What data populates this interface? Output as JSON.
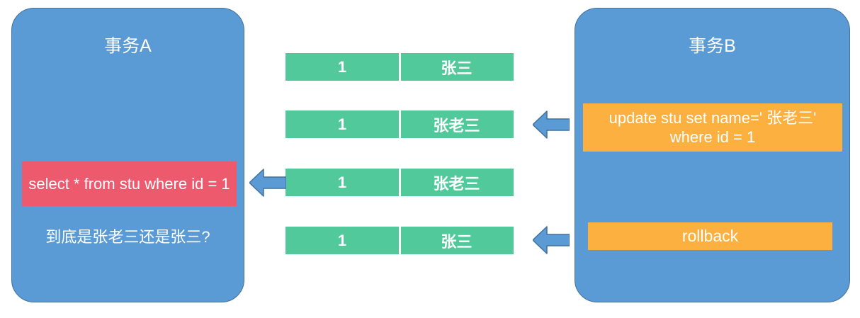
{
  "diagram": {
    "title_hidden": "",
    "panels": [
      {
        "id": "transaction-a",
        "title": "事务A",
        "statements": [
          {
            "name": "select-statement",
            "text": "select * from stu where id = 1",
            "color": "#ED5A6E"
          }
        ],
        "note": "到底是张老三还是张三?"
      },
      {
        "id": "transaction-b",
        "title": "事务B",
        "statements": [
          {
            "name": "update-statement",
            "text": "update stu set name=' 张老三'  where id = 1",
            "color": "#FBB040"
          },
          {
            "name": "rollback-statement",
            "text": "rollback",
            "color": "#FBB040"
          }
        ]
      }
    ],
    "table_rows": [
      {
        "id": "1",
        "name": "张三"
      },
      {
        "id": "1",
        "name": "张老三"
      },
      {
        "id": "1",
        "name": "张老三"
      },
      {
        "id": "1",
        "name": "张三"
      }
    ],
    "colors": {
      "panel_fill": "#5B9BD5",
      "panel_border": "#41719C",
      "row_fill": "#52C99A",
      "select_fill": "#ED5A6E",
      "orange_fill": "#FBB040",
      "arrow_fill": "#5B9BD5",
      "arrow_border": "#41719C",
      "text": "#FFFFFF"
    },
    "arrows": [
      {
        "name": "arrow-update-to-row2",
        "direction": "left"
      },
      {
        "name": "arrow-row3-to-select",
        "direction": "left"
      },
      {
        "name": "arrow-rollback-to-row4",
        "direction": "left"
      }
    ]
  }
}
